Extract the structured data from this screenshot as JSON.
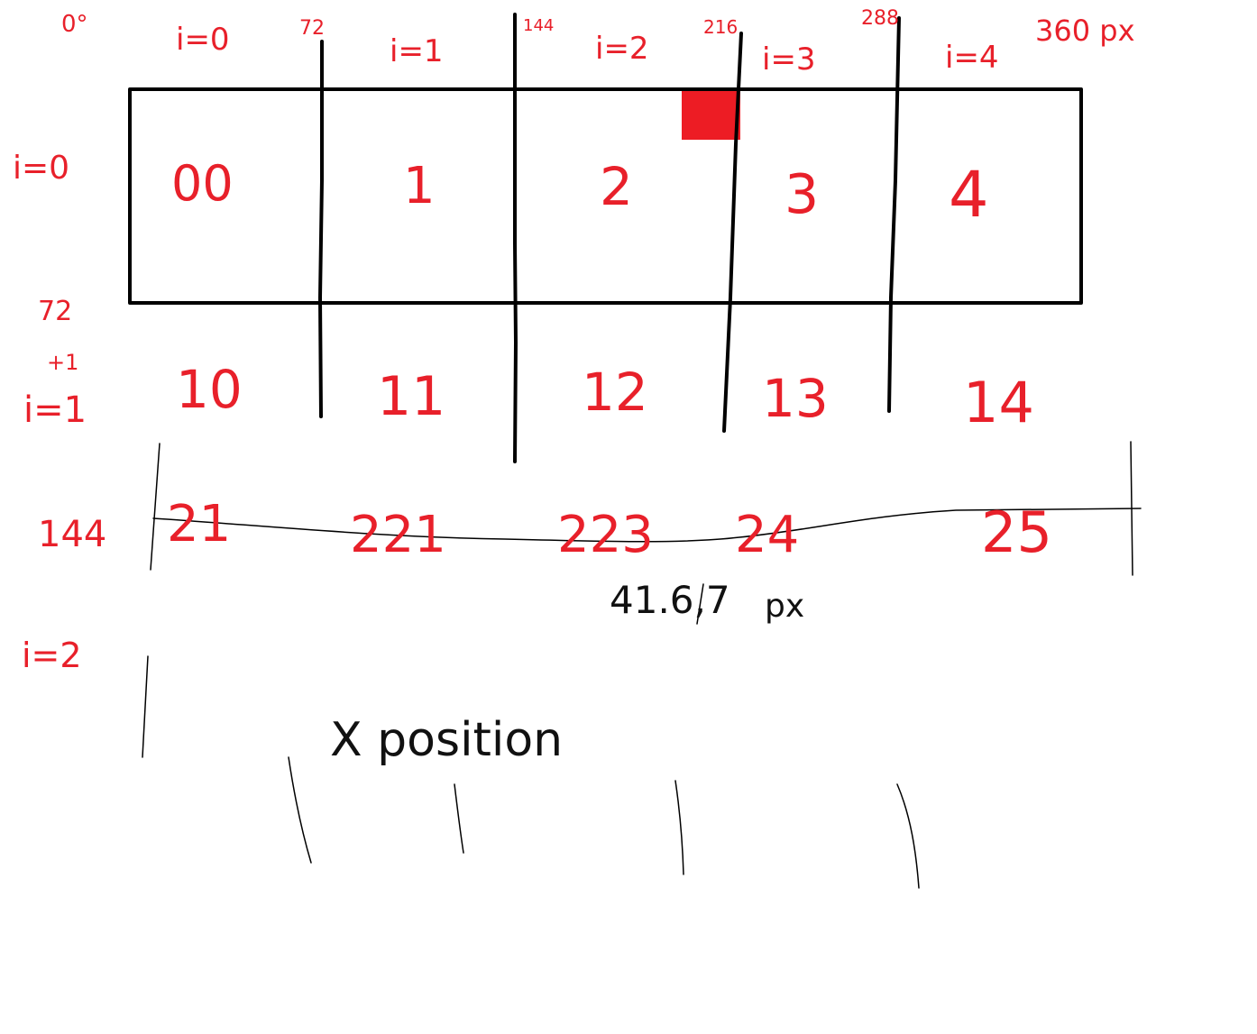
{
  "colors": {
    "ink_red": "#e8202a",
    "ink_black": "#000000",
    "fill_red": "#ed1c24",
    "background": "#ffffff"
  },
  "top_labels": {
    "origin": "0°",
    "col0": "i=0",
    "x72": "72",
    "col1": "i=1",
    "x144": "144",
    "col2": "i=2",
    "x216": "216",
    "col3": "i=3",
    "x288": "288",
    "col4": "i=4",
    "x360": "360 px"
  },
  "row_labels": {
    "row0": "i=0",
    "y72": "72",
    "plus1": "+1",
    "row1": "i=1",
    "y144": "144",
    "row2": "i=2"
  },
  "row0_cells": [
    "00",
    "1",
    "2",
    "3",
    "4"
  ],
  "row1_cells": [
    "10",
    "11",
    "12",
    "13",
    "14"
  ],
  "row2_cells": [
    "21",
    "221",
    "223",
    "24",
    "25"
  ],
  "notes": {
    "measure_value": "41.6,7",
    "measure_unit": "px",
    "x_position": "X position"
  }
}
